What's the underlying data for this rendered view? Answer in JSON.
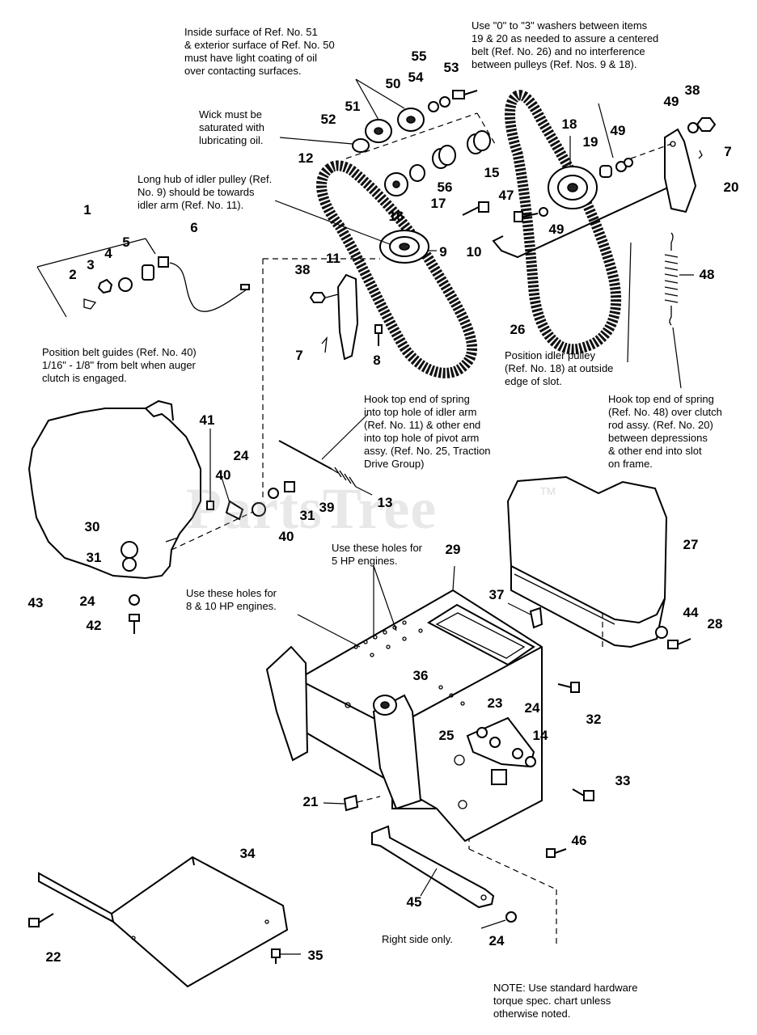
{
  "watermark": {
    "text": "PartsTree",
    "tm": "TM"
  },
  "notes": {
    "oil_coating": "Inside surface of Ref. No. 51\n& exterior surface of Ref. No. 50\nmust have light coating of oil\nover contacting surfaces.",
    "wick": "Wick must be\nsaturated with\nlubricating oil.",
    "long_hub": "Long hub of idler pulley (Ref.\nNo. 9) should be towards\nidler arm (Ref. No. 11).",
    "washers": "Use \"0\" to \"3\" washers between items\n19 & 20 as needed to assure a centered\nbelt (Ref. No. 26) and no interference\nbetween pulleys (Ref. Nos. 9 & 18).",
    "belt_guides": "Position belt guides (Ref. No. 40)\n1/16\" - 1/8\" from belt when auger\nclutch is engaged.",
    "idler_position": "Position idler pulley\n(Ref. No. 18) at outside\nedge of slot.",
    "hook_spring_13": "Hook top end of spring\ninto top hole of idler arm\n(Ref. No. 11) & other end\ninto top hole of pivot arm\nassy. (Ref. No. 25, Traction\nDrive Group)",
    "hook_spring_48": "Hook top end of spring\n(Ref. No. 48) over clutch\nrod assy. (Ref. No. 20)\nbetween depressions\n& other end into slot\non frame.",
    "holes_5hp": "Use these holes for\n5 HP engines.",
    "holes_8_10hp": "Use these holes for\n8 & 10 HP engines.",
    "right_side": "Right side only.",
    "torque": "NOTE: Use standard hardware\ntorque spec. chart unless\notherwise noted."
  },
  "callouts": {
    "c1": "1",
    "c2": "2",
    "c3": "3",
    "c4": "4",
    "c5": "5",
    "c6": "6",
    "c7a": "7",
    "c7b": "7",
    "c8": "8",
    "c9": "9",
    "c10": "10",
    "c11": "11",
    "c12": "12",
    "c13": "13",
    "c14": "14",
    "c15": "15",
    "c16": "16",
    "c17": "17",
    "c18": "18",
    "c19": "19",
    "c20": "20",
    "c21": "21",
    "c22": "22",
    "c23": "23",
    "c24a": "24",
    "c24b": "24",
    "c24c": "24",
    "c24d": "24",
    "c25": "25",
    "c26": "26",
    "c27": "27",
    "c28": "28",
    "c29": "29",
    "c30": "30",
    "c31a": "31",
    "c31b": "31",
    "c32": "32",
    "c33": "33",
    "c34": "34",
    "c35": "35",
    "c36": "36",
    "c37": "37",
    "c38a": "38",
    "c38b": "38",
    "c39": "39",
    "c40a": "40",
    "c40b": "40",
    "c41": "41",
    "c42": "42",
    "c43": "43",
    "c44": "44",
    "c45": "45",
    "c46": "46",
    "c47": "47",
    "c48": "48",
    "c49a": "49",
    "c49b": "49",
    "c49c": "49",
    "c50": "50",
    "c51": "51",
    "c52": "52",
    "c53": "53",
    "c54": "54",
    "c55": "55",
    "c56": "56"
  }
}
